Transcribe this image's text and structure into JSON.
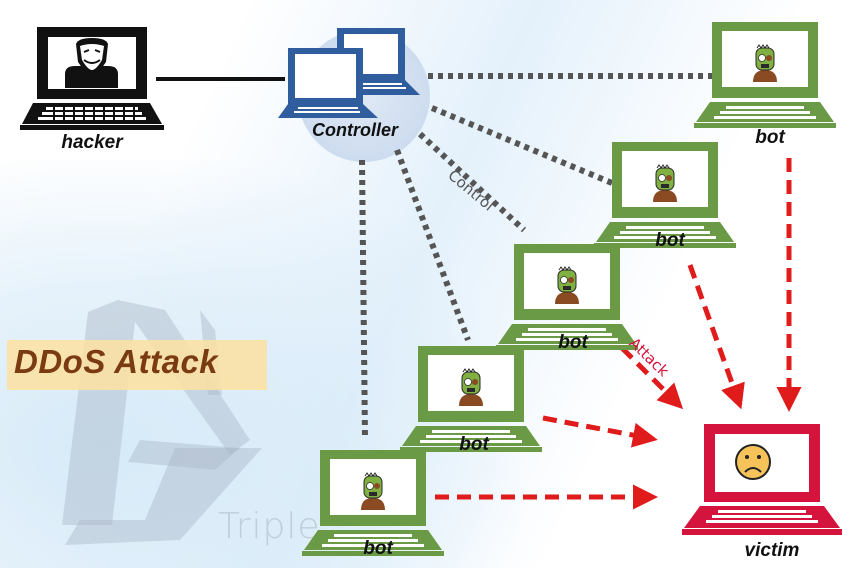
{
  "title": "DDoS Attack",
  "watermark": "Triple",
  "colors": {
    "hacker": "#111111",
    "controller": "#2f5d9e",
    "bot": "#6a9a45",
    "victim": "#d4143c",
    "control_link": "#555555",
    "attack_link": "#e01b1b",
    "title_text": "#7a3a12",
    "title_bg": "#fde0a0"
  },
  "nodes": {
    "hacker": {
      "label": "hacker",
      "icon": "masked-hacker-icon"
    },
    "controller": {
      "label": "Controller",
      "icon": "controller-laptops-icon"
    },
    "bots": [
      {
        "label": "bot",
        "icon": "zombie-icon"
      },
      {
        "label": "bot",
        "icon": "zombie-icon"
      },
      {
        "label": "bot",
        "icon": "zombie-icon"
      },
      {
        "label": "bot",
        "icon": "zombie-icon"
      },
      {
        "label": "bot",
        "icon": "zombie-icon"
      }
    ],
    "victim": {
      "label": "victim",
      "icon": "sad-face-icon"
    }
  },
  "edges": {
    "hacker_to_controller": {
      "style": "solid"
    },
    "control_label": "Control",
    "attack_label": "Attack"
  }
}
